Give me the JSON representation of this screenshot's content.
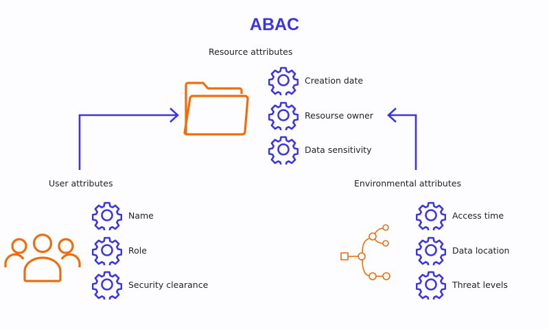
{
  "title": "ABAC",
  "colors": {
    "accent": "#3b35e0",
    "icon_orange": "#ef6c0b"
  },
  "resource": {
    "heading": "Resource attributes",
    "icon": "folder-icon",
    "items": [
      {
        "label": "Creation date",
        "icon": "gear-icon"
      },
      {
        "label": "Resourse owner",
        "icon": "gear-icon"
      },
      {
        "label": "Data sensitivity",
        "icon": "gear-icon"
      }
    ]
  },
  "user": {
    "heading": "User attributes",
    "icon": "users-group-icon",
    "items": [
      {
        "label": "Name",
        "icon": "gear-icon"
      },
      {
        "label": "Role",
        "icon": "gear-icon"
      },
      {
        "label": "Security clearance",
        "icon": "gear-icon"
      }
    ]
  },
  "environment": {
    "heading": "Environmental attributes",
    "icon": "tree-network-icon",
    "items": [
      {
        "label": "Access time",
        "icon": "gear-icon"
      },
      {
        "label": "Data location",
        "icon": "gear-icon"
      },
      {
        "label": "Threat levels",
        "icon": "gear-icon"
      }
    ]
  }
}
